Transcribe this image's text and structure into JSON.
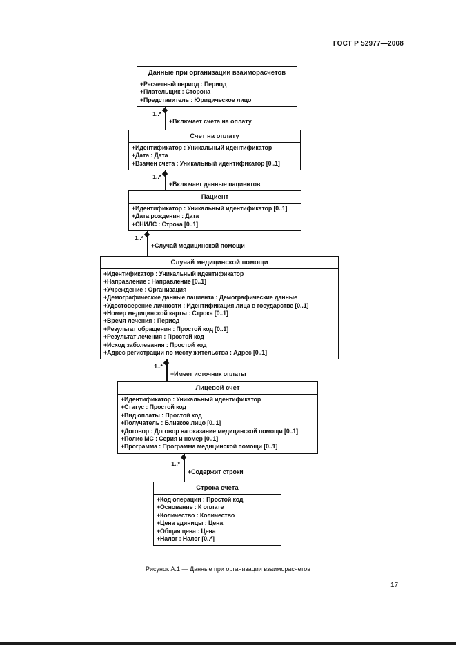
{
  "page": {
    "header": "ГОСТ Р 52977—2008",
    "caption": "Рисунок А.1 — Данные при организации взаиморасчетов",
    "page_number": "17"
  },
  "diagram": {
    "classes": [
      {
        "title": "Данные при организации взаиморасчетов",
        "attributes": [
          "+Расчетный период : Период",
          "+Плательщик : Сторона",
          "+Представитель : Юридическое лицо"
        ]
      },
      {
        "title": "Счет на оплату",
        "attributes": [
          "+Идентификатор : Уникальный идентификатор",
          "+Дата : Дата",
          "+Взамен счета : Уникальный идентификатор [0..1]"
        ]
      },
      {
        "title": "Пациент",
        "attributes": [
          "+Идентификатор : Уникальный идентификатор [0..1]",
          "+Дата рождения : Дата",
          "+СНИЛС : Строка [0..1]"
        ]
      },
      {
        "title": "Случай медицинской помощи",
        "attributes": [
          "+Идентификатор : Уникальный идентификатор",
          "+Направление : Направление [0..1]",
          "+Учреждение : Организация",
          "+Демографические данные пациента : Демографические данные",
          "+Удостоверение личности : Идентификация лица в государстве [0..1]",
          "+Номер медицинской карты : Строка [0..1]",
          "+Время лечения : Период",
          "+Результат обращения : Простой код [0..1]",
          "+Результат лечения : Простой код",
          "+Исход заболевания : Простой код",
          "+Адрес регистрации по месту жительства : Адрес [0..1]"
        ]
      },
      {
        "title": "Лицевой счет",
        "attributes": [
          "+Идентификатор : Уникальный идентификатор",
          "+Статус : Простой код",
          "+Вид оплаты : Простой код",
          "+Получатель : Близкое лицо [0..1]",
          "+Договор : Договор на оказание медицинской помощи [0..1]",
          "+Полис МС : Серия и номер [0..1]",
          "+Программа : Программа медицинской помощи [0..1]"
        ]
      },
      {
        "title": "Строка счета",
        "attributes": [
          "+Код операции : Простой код",
          "+Основание : К оплате",
          "+Количество : Количество",
          "+Цена единицы : Цена",
          "+Общая цена : Цена",
          "+Налог : Налог [0..*]"
        ]
      }
    ],
    "connectors": [
      {
        "multiplicity": "1..*",
        "label": "+Включает счета на оплату"
      },
      {
        "multiplicity": "1..*",
        "label": "+Включает данные пациентов"
      },
      {
        "multiplicity": "1..*",
        "label": "+Случай медицинской помощи"
      },
      {
        "multiplicity": "1..*",
        "label": "+Имеет источник оплаты"
      },
      {
        "multiplicity": "1..*",
        "label": "+Содержит строки"
      }
    ]
  }
}
